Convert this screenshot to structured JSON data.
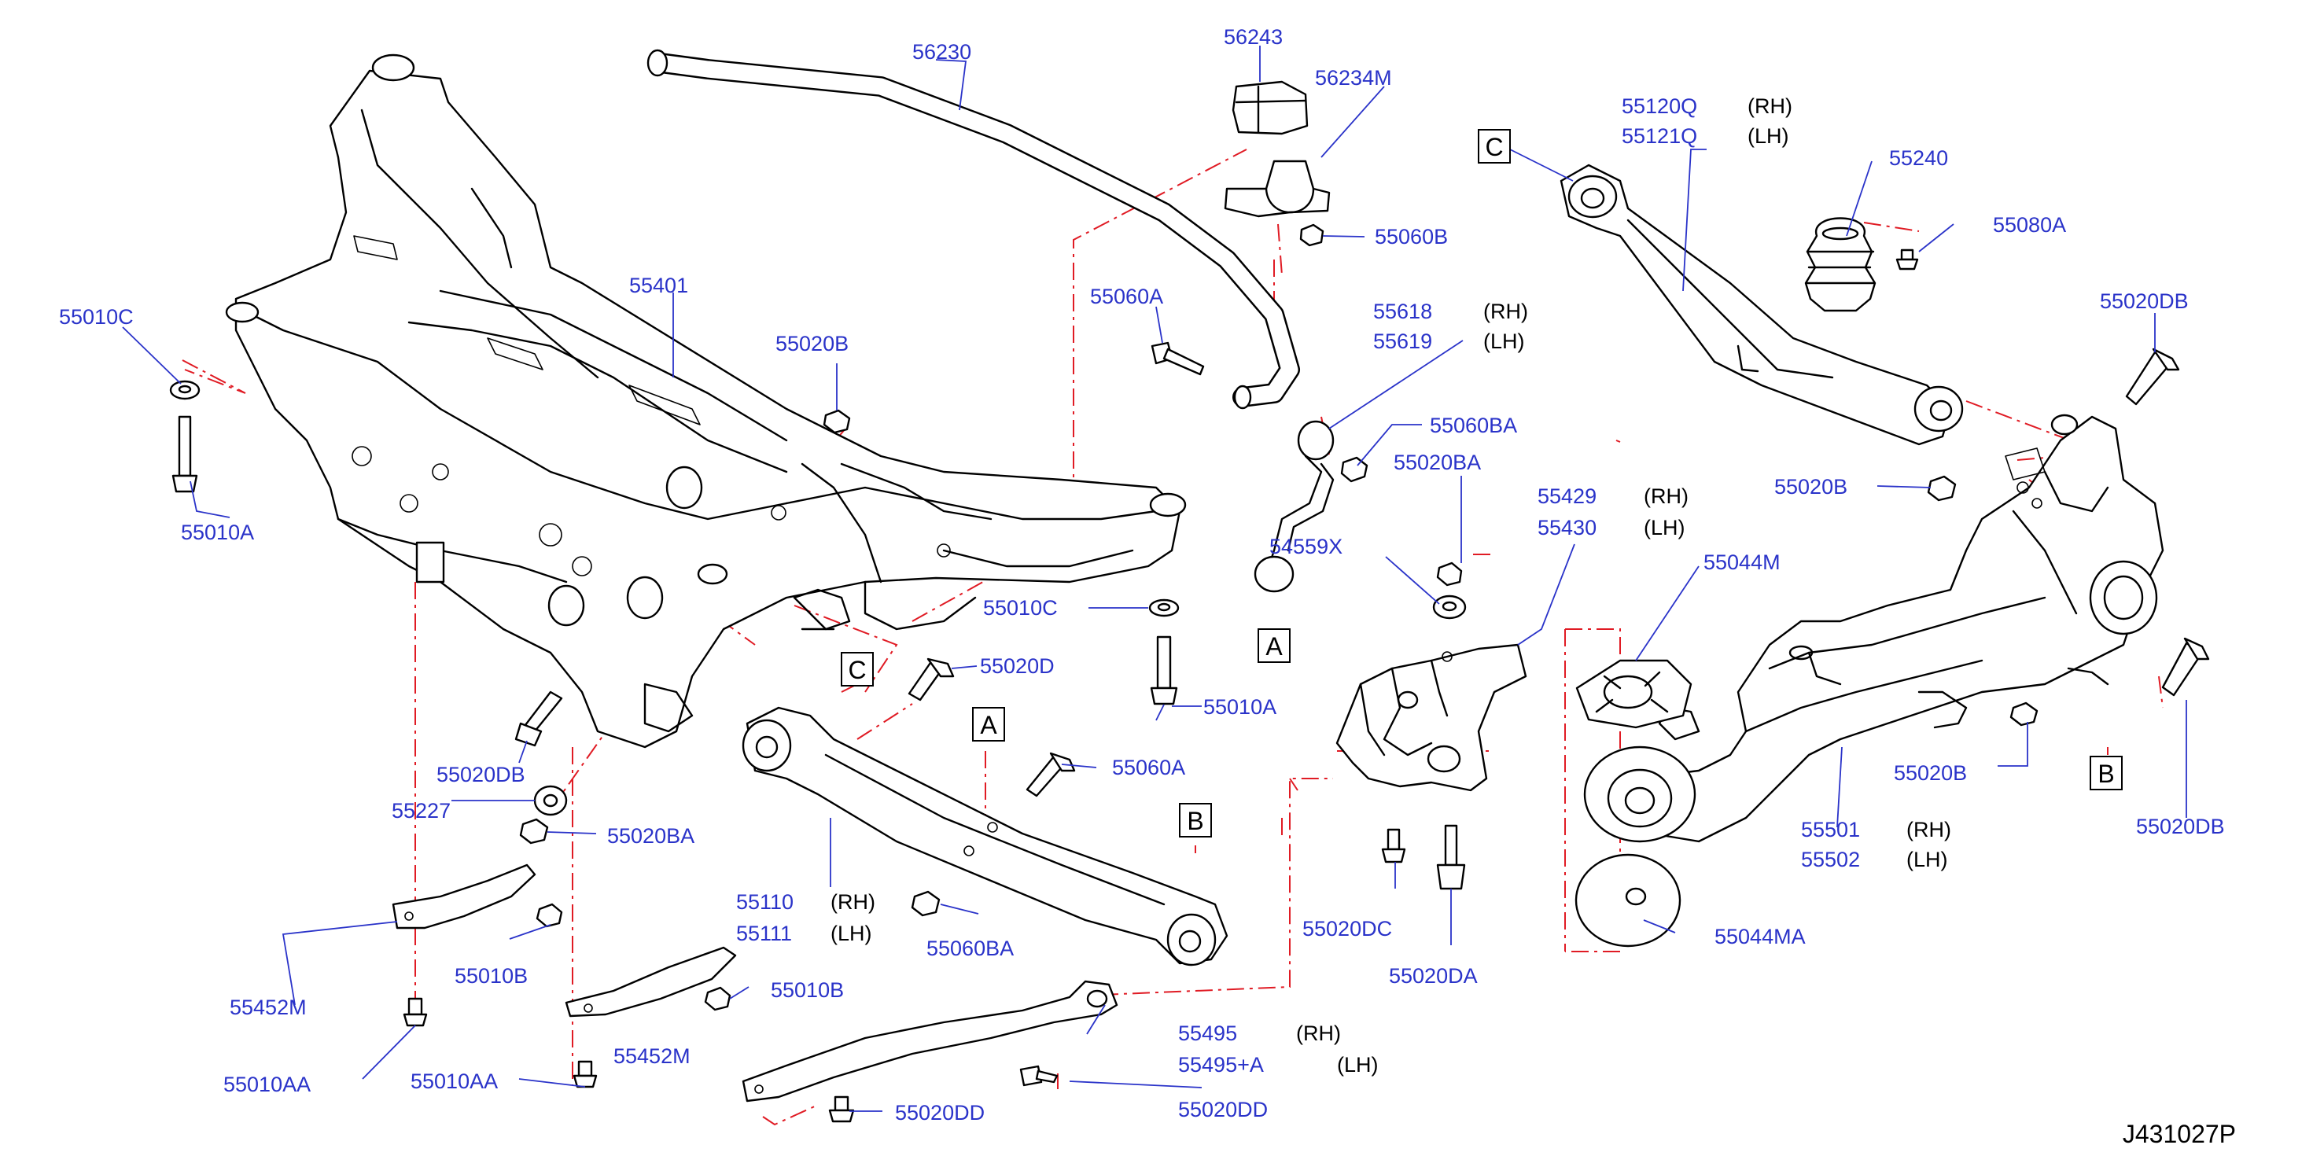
{
  "diagram_code": "J431027P",
  "colors": {
    "part_label": "#2a33c9",
    "side_label": "#000000",
    "centerline": "#e01b24",
    "line_art": "#000000"
  },
  "callouts": {
    "a1": "A",
    "a2": "A",
    "b1": "B",
    "b2": "B",
    "c1": "C",
    "c2": "C"
  },
  "labels": {
    "p56230": "56230",
    "p56243": "56243",
    "p56234M": "56234M",
    "p55060B": "55060B",
    "p55060A_top": "55060A",
    "p55618": "55618",
    "p55618_side": "(RH)",
    "p55619": "55619",
    "p55619_side": "(LH)",
    "p55060BA_top": "55060BA",
    "p55020BA_mid": "55020BA",
    "p55120Q": "55120Q",
    "p55120Q_side": "(RH)",
    "p55121Q": "55121Q",
    "p55121Q_side": "(LH)",
    "p55240": "55240",
    "p55080A": "55080A",
    "p55020DB_top": "55020DB",
    "p55020B_right": "55020B",
    "p55010C_left": "55010C",
    "p55010A_left": "55010A",
    "p55401": "55401",
    "p55020B_mid": "55020B",
    "p55010C_mid": "55010C",
    "p55020D": "55020D",
    "p55010A_mid": "55010A",
    "p54559X": "54559X",
    "p55429": "55429",
    "p55429_side": "(RH)",
    "p55430": "55430",
    "p55430_side": "(LH)",
    "p55044M": "55044M",
    "p55020DB_left": "55020DB",
    "p55227": "55227",
    "p55020BA_left": "55020BA",
    "p55060A_mid": "55060A",
    "p55110": "55110",
    "p55110_side": "(RH)",
    "p55111": "55111",
    "p55111_side": "(LH)",
    "p55060BA_bot": "55060BA",
    "p55452M_left": "55452M",
    "p55010B_left": "55010B",
    "p55010B_mid": "55010B",
    "p55452M_mid": "55452M",
    "p55010AA_left": "55010AA",
    "p55010AA_mid": "55010AA",
    "p55495": "55495",
    "p55495_side": "(RH)",
    "p55495A": "55495+A",
    "p55495A_side": "(LH)",
    "p55020DD_left": "55020DD",
    "p55020DD_right": "55020DD",
    "p55020DC": "55020DC",
    "p55020DA": "55020DA",
    "p55044MA": "55044MA",
    "p55501": "55501",
    "p55501_side": "(RH)",
    "p55502": "55502",
    "p55502_side": "(LH)",
    "p55020B_low": "55020B",
    "p55020DB_bot": "55020DB"
  }
}
